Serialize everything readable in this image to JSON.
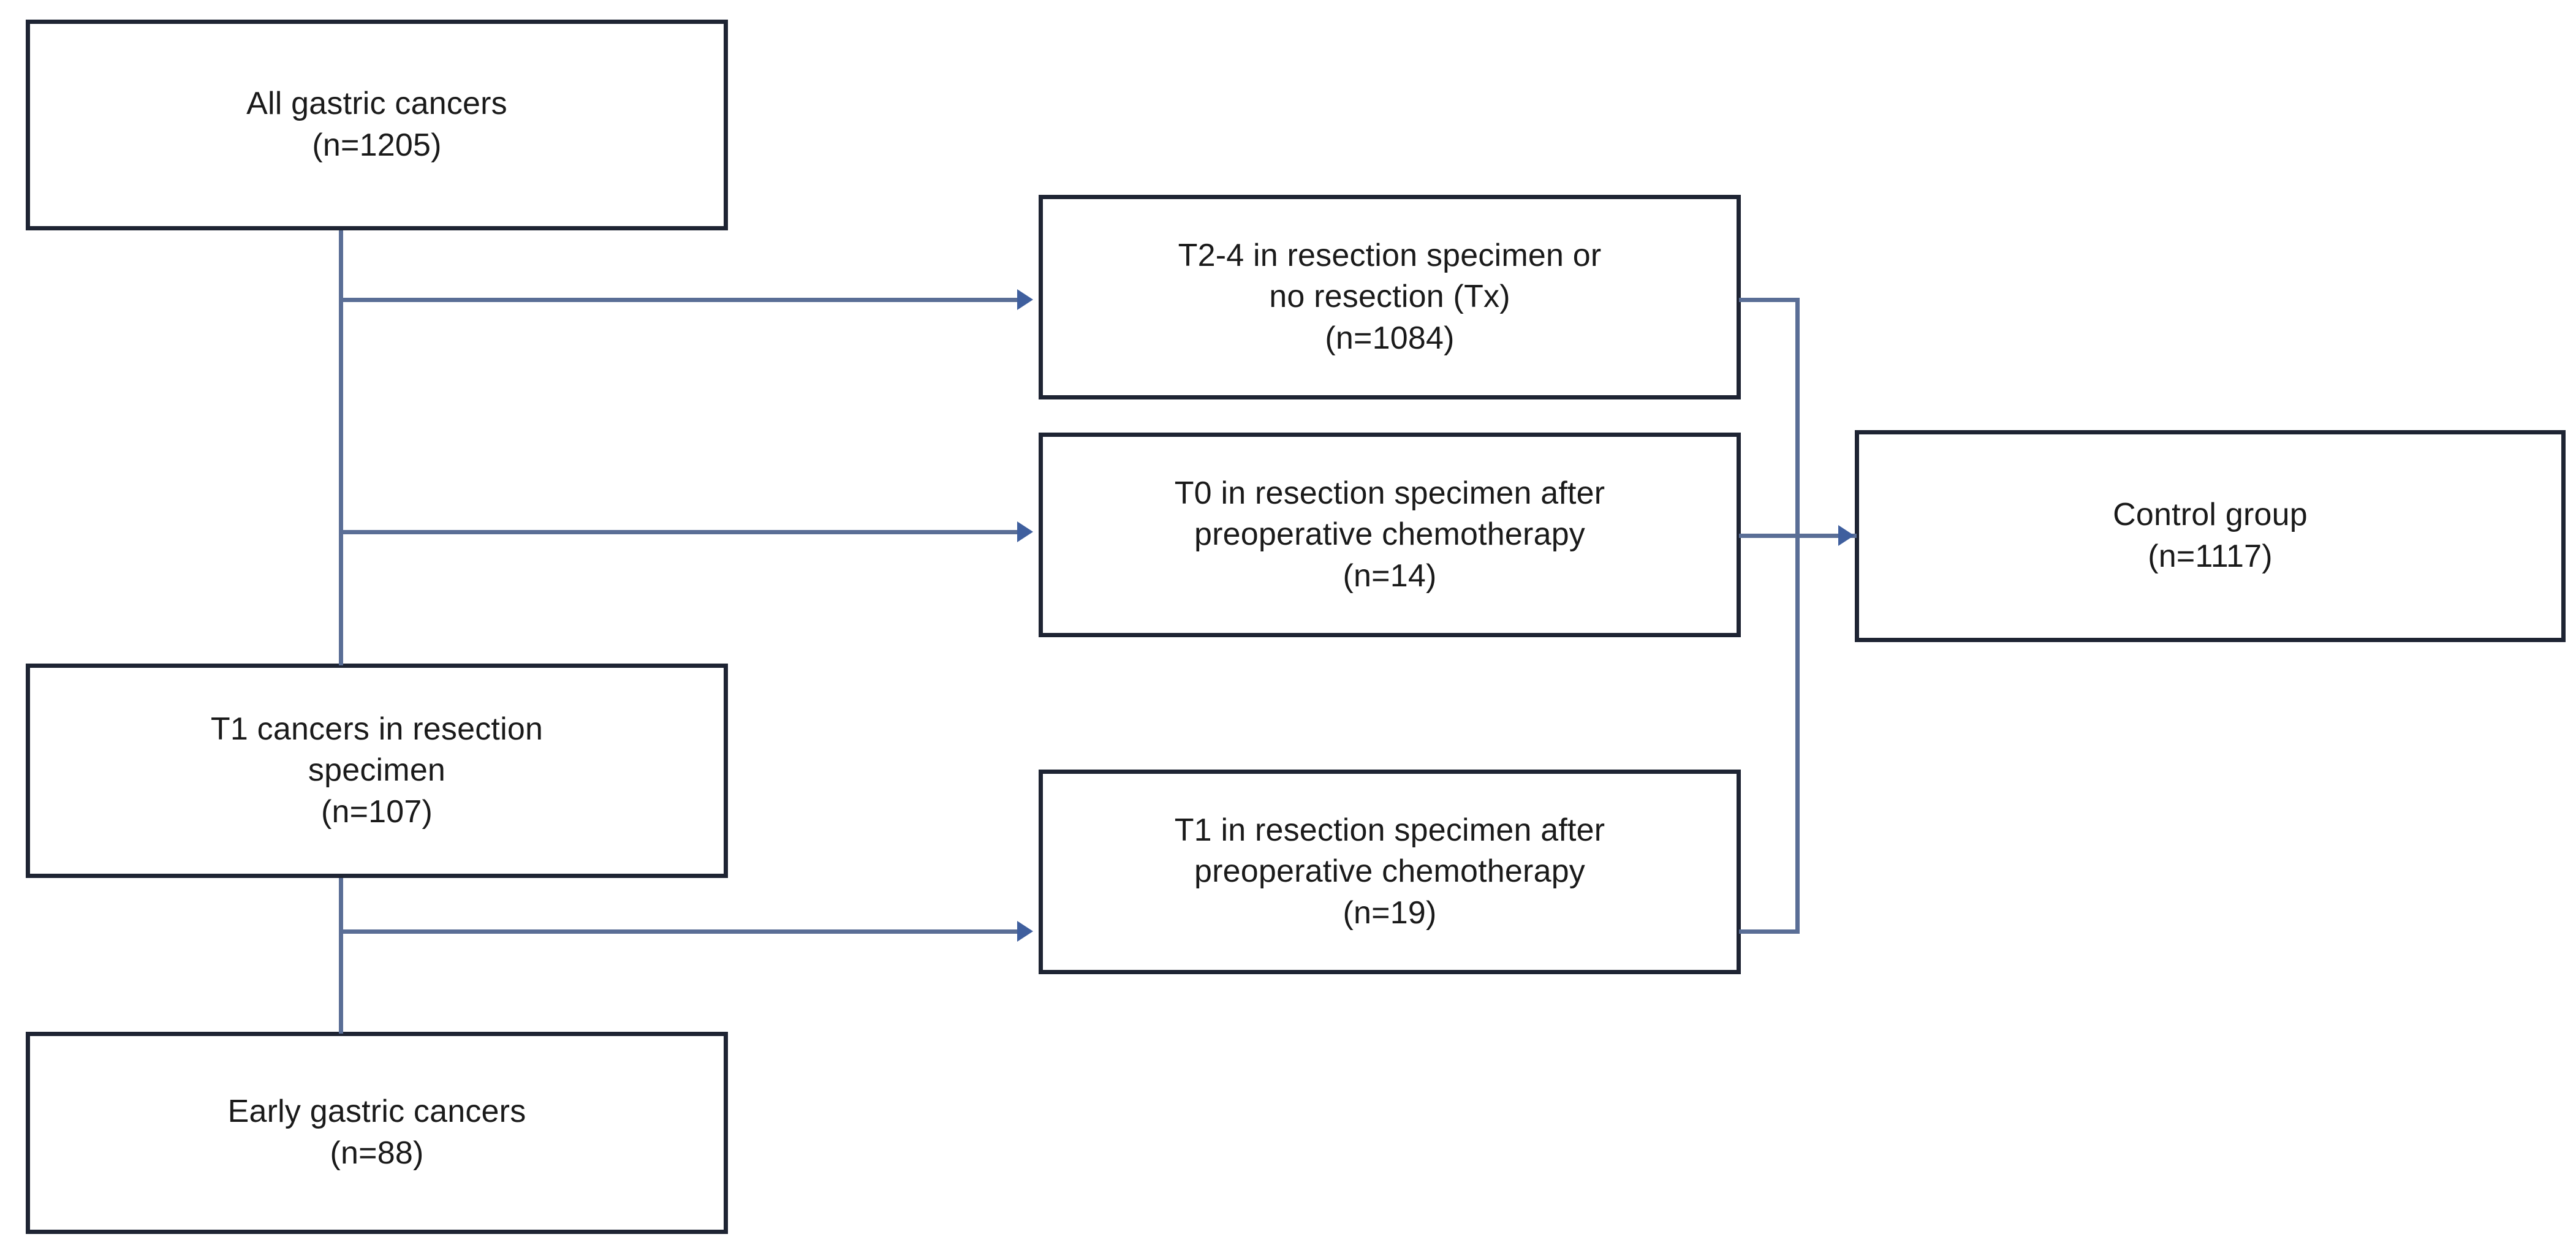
{
  "diagram": {
    "title": "Gastric cancer cohort selection flowchart",
    "type": "flowchart",
    "colors": {
      "node_border": "#1e2433",
      "node_fill": "#ffffff",
      "connector": "#5a6e96",
      "arrowhead": "#3f5f9e",
      "text": "#1a1a1a",
      "background": "#ffffff"
    },
    "nodes": [
      {
        "id": "all-gastric",
        "label": "All gastric cancers\n(n=1205)",
        "line1": "All gastric cancers",
        "count_label": "(n=1205)",
        "n": 1205,
        "column": "left"
      },
      {
        "id": "t1-resection",
        "label": "T1 cancers in resection\nspecimen\n(n=107)",
        "line1": "T1 cancers in resection",
        "line2": "specimen",
        "count_label": "(n=107)",
        "n": 107,
        "column": "left"
      },
      {
        "id": "early-gastric",
        "label": "Early gastric cancers\n(n=88)",
        "line1": "Early gastric cancers",
        "count_label": "(n=88)",
        "n": 88,
        "column": "left"
      },
      {
        "id": "t24-resection",
        "label": "T2-4 in resection specimen or\nno resection (Tx)\n(n=1084)",
        "line1": "T2-4 in resection specimen or",
        "line2": "no resection (Tx)",
        "count_label": "(n=1084)",
        "n": 1084,
        "column": "middle"
      },
      {
        "id": "t0-chemo",
        "label": "T0 in resection specimen after\npreoperative chemotherapy\n(n=14)",
        "line1": "T0 in resection specimen after",
        "line2": "preoperative chemotherapy",
        "count_label": "(n=14)",
        "n": 14,
        "column": "middle"
      },
      {
        "id": "t1-chemo",
        "label": "T1 in resection specimen after\npreoperative chemotherapy\n(n=19)",
        "line1": "T1 in resection specimen after",
        "line2": "preoperative chemotherapy",
        "count_label": "(n=19)",
        "n": 19,
        "column": "middle"
      },
      {
        "id": "control-group",
        "label": "Control group\n(n=1117)",
        "line1": "Control group",
        "count_label": "(n=1117)",
        "n": 1117,
        "column": "right"
      }
    ],
    "edges": [
      {
        "id": "e1",
        "from": "all-gastric",
        "to": "t24-resection",
        "arrow": true
      },
      {
        "id": "e2",
        "from": "all-gastric",
        "to": "t0-chemo",
        "arrow": true
      },
      {
        "id": "e3",
        "from": "all-gastric",
        "to": "t1-resection",
        "arrow": false
      },
      {
        "id": "e4",
        "from": "t1-resection",
        "to": "t1-chemo",
        "arrow": true
      },
      {
        "id": "e5",
        "from": "t1-resection",
        "to": "early-gastric",
        "arrow": false
      },
      {
        "id": "e6",
        "from": "t24-resection",
        "to": "control-group",
        "arrow": true
      },
      {
        "id": "e7",
        "from": "t0-chemo",
        "to": "control-group",
        "arrow": true
      },
      {
        "id": "e8",
        "from": "t1-chemo",
        "to": "control-group",
        "arrow": true
      }
    ]
  }
}
